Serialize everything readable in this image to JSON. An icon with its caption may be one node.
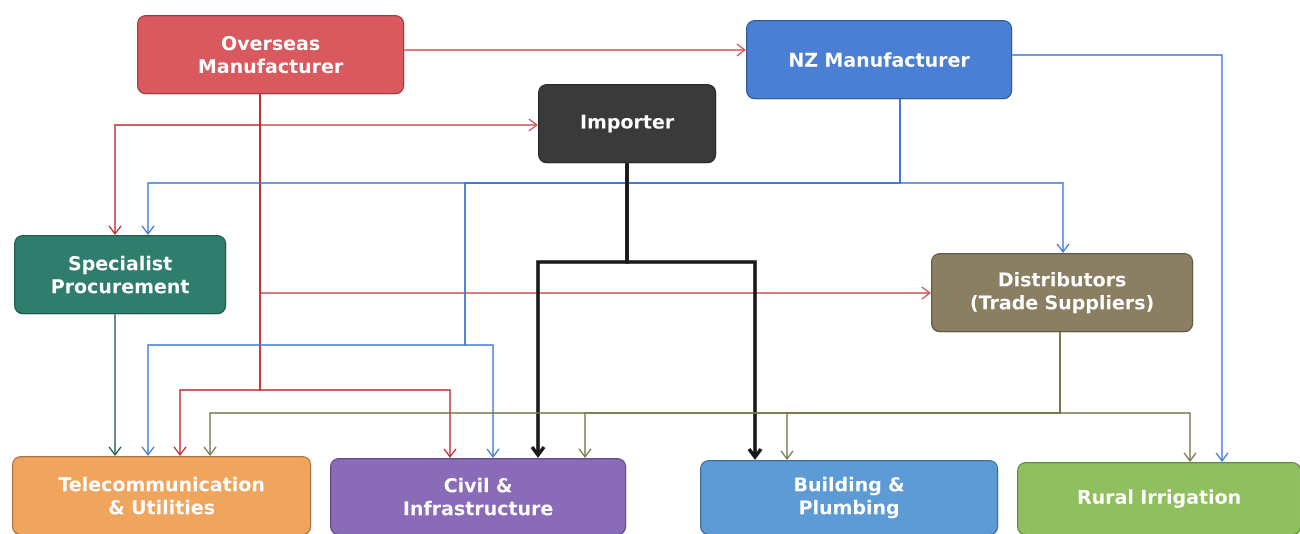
{
  "diagram": {
    "nodes": [
      {
        "text": [
          "Overseas Manufacturer"
        ]
      },
      {
        "text": [
          "NZ Manufacturer"
        ]
      },
      {
        "text": [
          "Importer"
        ]
      },
      {
        "text": [
          "Specialist Procurement"
        ]
      },
      {
        "text": [
          "Distributors (Trade Suppliers)"
        ]
      },
      {
        "text": [
          "Telecommunication & Utilities"
        ]
      },
      {
        "text": [
          "Civil & Infrastructure"
        ]
      },
      {
        "text": [
          "Building & Plumbing"
        ]
      },
      {
        "text": [
          "Rural Irrigation"
        ]
      }
    ],
    "edges": [
      {
        "from": 0,
        "to": 1,
        "arrow": "to",
        "color": "#d0505a"
      },
      {
        "from": 0,
        "to": 2,
        "arrow": "to",
        "color": "#d0505a"
      },
      {
        "from": 0,
        "to": 3,
        "arrow": "to",
        "color": "#c02a32"
      },
      {
        "from": 0,
        "to": 4,
        "arrow": "to",
        "color": "#d0505a"
      },
      {
        "from": 0,
        "to": 5,
        "arrow": "to",
        "color": "#c02a32"
      },
      {
        "from": 0,
        "to": 6,
        "arrow": "to",
        "color": "#c02a32"
      },
      {
        "from": 1,
        "to": 8,
        "arrow": "to",
        "color": "#3f7ad8"
      },
      {
        "from": 1,
        "to": 4,
        "arrow": "to",
        "color": "#3f7ad8"
      },
      {
        "from": 1,
        "to": 3,
        "arrow": "to",
        "color": "#3f7ad8"
      },
      {
        "from": 1,
        "to": 5,
        "arrow": "to",
        "color": "#3f7ad8"
      },
      {
        "from": 1,
        "to": 6,
        "arrow": "to",
        "color": "#3f7ad8"
      },
      {
        "from": 2,
        "to": 6,
        "arrow": "to",
        "color": "#1a1a1a",
        "style": "thick"
      },
      {
        "from": 2,
        "to": 7,
        "arrow": "to",
        "color": "#1a1a1a",
        "style": "thick"
      },
      {
        "from": 3,
        "to": 5,
        "arrow": "to",
        "color": "#1f5e4c"
      },
      {
        "from": 4,
        "to": 5,
        "arrow": "to",
        "color": "#77774a"
      },
      {
        "from": 4,
        "to": 6,
        "arrow": "to",
        "color": "#77774a"
      },
      {
        "from": 4,
        "to": 7,
        "arrow": "to",
        "color": "#77774a"
      },
      {
        "from": 4,
        "to": 8,
        "arrow": "to",
        "color": "#77774a"
      }
    ]
  }
}
